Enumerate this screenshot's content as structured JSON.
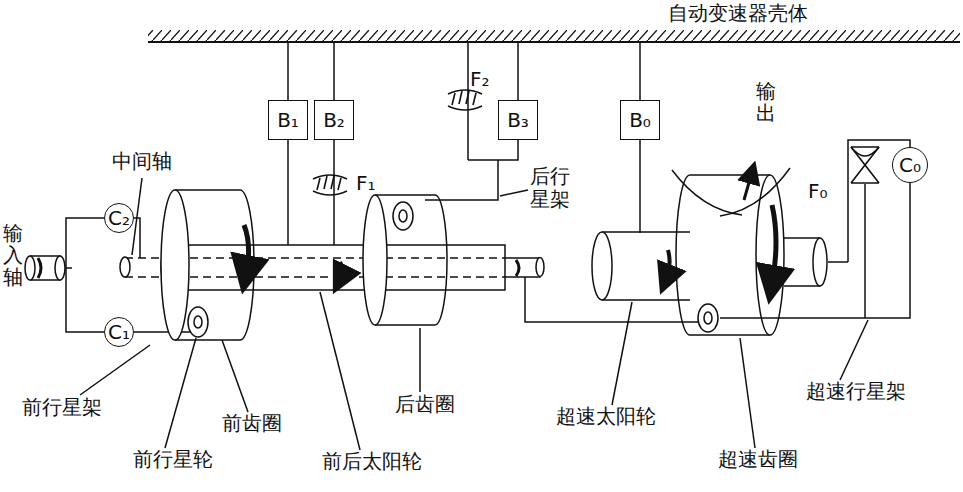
{
  "diagram": {
    "nodes": [
      {
        "text": [
          "B₁"
        ]
      },
      {
        "text": [
          "B₂"
        ]
      },
      {
        "text": [
          "B₃"
        ]
      },
      {
        "text": [
          "B₀"
        ]
      },
      {
        "text": [
          "C₂"
        ]
      },
      {
        "text": [
          "C₁"
        ]
      },
      {
        "text": [
          "C₀"
        ]
      }
    ],
    "edges": [
      {
        "from": 4,
        "to": 5,
        "arrow": "none"
      }
    ],
    "labels": [
      "自动变速器壳体",
      "输入轴",
      "中间轴",
      "F₂",
      "F₁",
      "后行星架",
      "输出",
      "F₀",
      "前行星架",
      "前齿圈",
      "前行星轮",
      "前后太阳轮",
      "后齿圈",
      "超速太阳轮",
      "超速齿圈",
      "超速行星架"
    ]
  }
}
